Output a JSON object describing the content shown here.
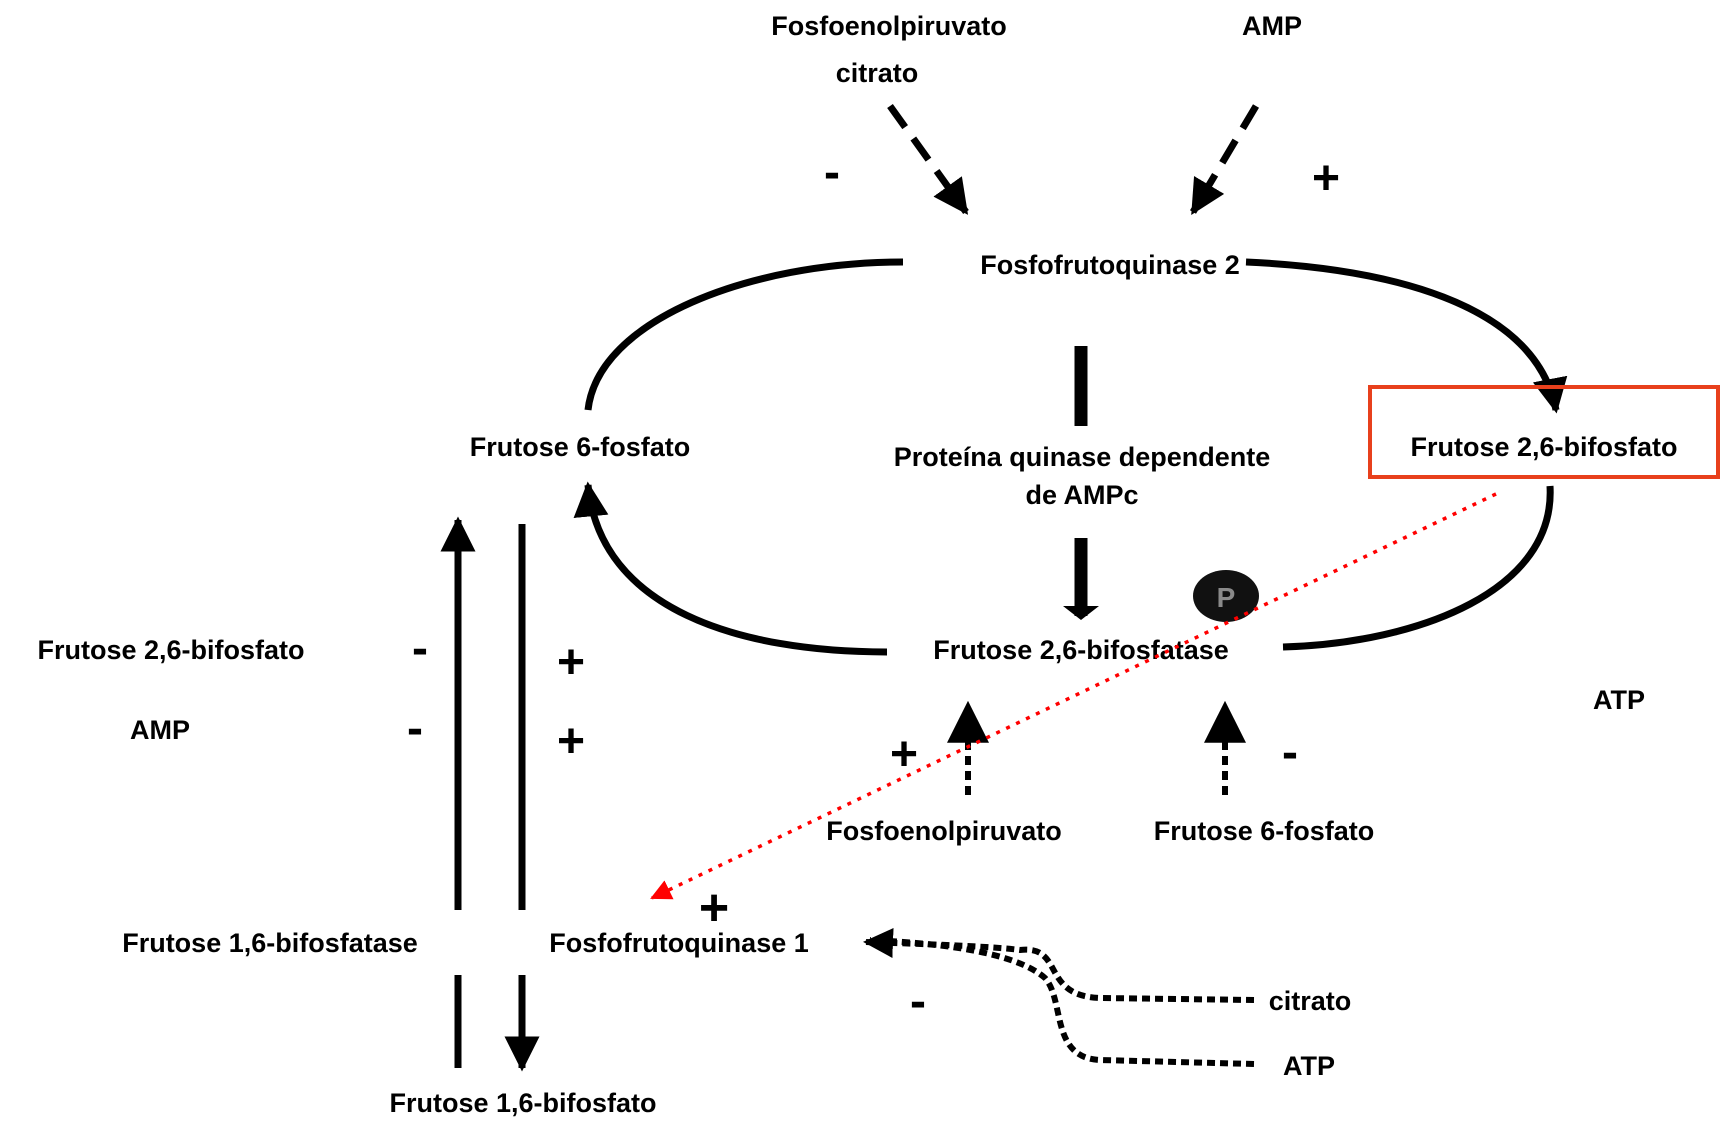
{
  "diagram": {
    "top": {
      "pep": "Fosfoenolpiruvato",
      "citrate": "citrato",
      "amp": "AMP"
    },
    "nodes": {
      "pfk2": "Fosfofrutoquinase 2",
      "f6p": "Frutose 6-fosfato",
      "f26bp": "Frutose 2,6-bifosfato",
      "pka_line1": "Proteína quinase dependente",
      "pka_line2": "de AMPc",
      "f26bpase": "Frutose 2,6-bifosfatase",
      "atp_right": "ATP",
      "pep_bottom": "Fosfoenolpiruvato",
      "f6p_bottom": "Frutose 6-fosfato",
      "f16bpase": "Frutose 1,6-bifosfatase",
      "pfk1": "Fosfofrutoquinase 1",
      "f16bp": "Frutose 1,6-bifosfato",
      "citrate_right": "citrato",
      "atp_bottom": "ATP",
      "left_f26bp": "Frutose 2,6-bifosfato",
      "left_amp": "AMP",
      "phospho": "P"
    },
    "signs": {
      "top_minus": "-",
      "top_plus": "+",
      "left_f26bp_minus": "-",
      "left_f26bp_plus": "+",
      "left_amp_minus": "-",
      "left_amp_plus": "+",
      "pep_plus": "+",
      "f6p_minus": "-",
      "pfk1_red_plus": "+",
      "pfk1_minus": "-"
    },
    "colors": {
      "highlight": "#e8401c",
      "regulation": "#ff0000",
      "ink": "#000000",
      "phospho_fill": "#111111"
    }
  }
}
